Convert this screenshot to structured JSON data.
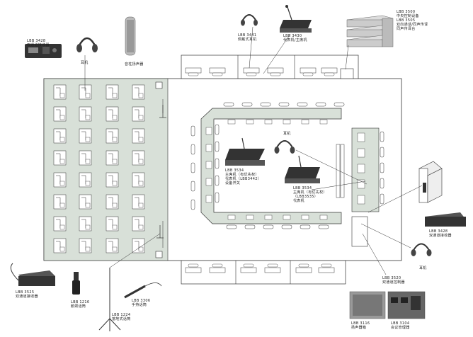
{
  "labels": {
    "lbb3428": "LBB 3428\n双通道接收器",
    "headphone_top_left": "耳机",
    "column_speaker": "音柱扬声器",
    "lbb3441": "LBB 3441\n佩戴式耳机",
    "lbb3430": "LBB 3430\n代表机/主席机",
    "lbb3500_stack": "LBB 3500\n中央控制设备\nLBB 3505\n双向通话/同声传译\n同声传译台",
    "chairman_unit": "LBB 3534\n主席机（有优先权）\n代表机（LBB3442）\n设备开关",
    "headphone_center": "耳机",
    "delegate_unit": "LBB 3534\n主席机（有优先权）\n（LBB3535）\n代表机",
    "interpreter_headphones": "LBB 3428\n双通道接收器",
    "headphone_right": "耳机",
    "lbb3520": "LBB 3520\n双通道控制器",
    "lbb3525_bottom_left": "LBB 3525\n双通道接收器",
    "lbb1216": "LBB 1216\n鹅颈话筒",
    "lbb1224": "LBB 1224\n落地式话筒",
    "lbb3306": "LBB 3306\n手持话筒",
    "lbb3116": "LBB 3116\n扬声器箱",
    "lbb3104": "LBB 3104\n会议管理器"
  },
  "colors": {
    "seating_area": "#d8e0d8",
    "line": "#333333",
    "panel": "#666666",
    "light_device": "#cccccc"
  }
}
